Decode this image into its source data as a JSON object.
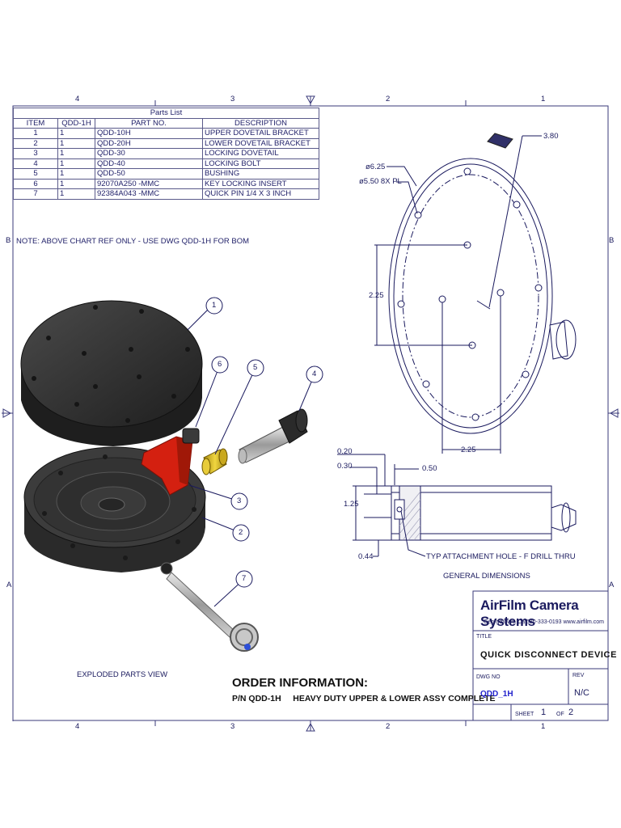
{
  "zones": {
    "top": [
      "4",
      "3",
      "2",
      "1"
    ],
    "bottom": [
      "4",
      "3",
      "2",
      "1"
    ],
    "side_top": "B",
    "side_bottom": "A"
  },
  "parts_list": {
    "title": "Parts List",
    "headers": [
      "ITEM",
      "QDD-1H",
      "PART NO.",
      "DESCRIPTION"
    ],
    "rows": [
      [
        "1",
        "1",
        "QDD-10H",
        "UPPER DOVETAIL BRACKET"
      ],
      [
        "2",
        "1",
        "QDD-20H",
        "LOWER DOVETAIL BRACKET"
      ],
      [
        "3",
        "1",
        "QDD-30",
        "LOCKING DOVETAIL"
      ],
      [
        "4",
        "1",
        "QDD-40",
        "LOCKING BOLT"
      ],
      [
        "5",
        "1",
        "QDD-50",
        "BUSHING"
      ],
      [
        "6",
        "1",
        "92070A250 -MMC",
        "KEY LOCKING INSERT"
      ],
      [
        "7",
        "1",
        "92384A043 -MMC",
        "QUICK PIN 1/4 X 3 INCH"
      ]
    ],
    "note": "NOTE: ABOVE CHART REF ONLY - USE DWG QDD-1H FOR BOM"
  },
  "exploded": {
    "caption": "EXPLODED PARTS VIEW",
    "balloons": [
      "1",
      "6",
      "5",
      "4",
      "3",
      "2",
      "7"
    ]
  },
  "dimensions": {
    "top_view": {
      "d1": "3.80",
      "d2": "ø6.25",
      "d3": "ø5.50 8X PL",
      "d4": "2.25",
      "d5": "2.25"
    },
    "side_view": {
      "d1": "0.20",
      "d2": "0.30",
      "d3": "0.50",
      "d4": "1.25",
      "d5": "0.44",
      "hole_note": "TYP ATTACHMENT HOLE  -  F DRILL THRU"
    },
    "caption": "GENERAL DIMENSIONS"
  },
  "order": {
    "heading": "ORDER INFORMATION:",
    "line": "P/N QDD-1H     HEAVY DUTY UPPER & LOWER ASSY COMPLETE"
  },
  "title_block": {
    "company": "AirFilm Camera Systems",
    "address": "Georgetown, Ca 530-333-0193   www.airfilm.com",
    "title_label": "TITLE",
    "title": "QUICK DISCONNECT DEVICE",
    "dwg_label": "DWG NO",
    "dwg": "QDD_1H",
    "rev_label": "REV",
    "rev": "N/C",
    "sheet_label": "SHEET",
    "sheet": "1",
    "of_label": "OF",
    "total": "2"
  }
}
